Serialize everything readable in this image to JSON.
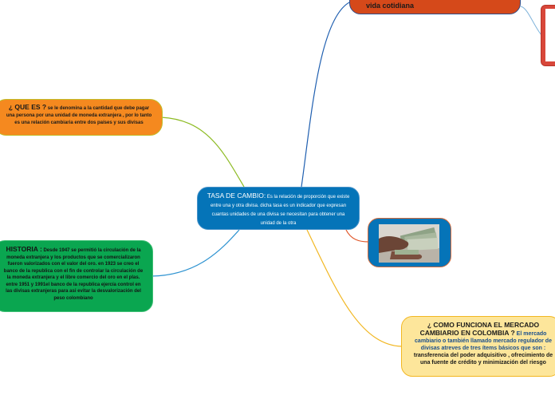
{
  "central": {
    "title": "TASA DE CAMBIO:",
    "body": "Es la relación de proporción que existe entre una y otra divisa. dicha tasa es un indicador que expresan cuantas unidades de una divisa se necesitan para obtener una unidad de la otra"
  },
  "que_es": {
    "title": "¿ QUE ES ?",
    "body": "se le denomina a la cantidad que debe pagar una persona por una unidad de moneda extranjera , por lo tanto es una relación cambiaria entre dos países y sus divisas"
  },
  "historia": {
    "title": "HISTORIA :",
    "body": "Desde 1947 se permitió la circulación de la moneda extranjera y los productos que se comercializaron fueron valorizados con el valor del oro. en 1923 se creo el banco de la republica con el fin de controlar la circulación de la moneda extranjera y el libre comercio del oro en el plas. entre 1951 y 1991el banco de la republica ejercía control en las divisas extranjeras para asi evitar la desvalorización del peso colombiano"
  },
  "mercado": {
    "title": "¿ COMO FUNCIONA EL MERCADO CAMBIARIO EN COLOMBIA ?",
    "body1": "El mercado cambiario o también llamado mercado regulador de divisas atreves de tres ítems básicos que son :",
    "body2": "transferencia del poder adquisitivo , ofrecimiento de una fuente de crédito y minimización del riesgo"
  },
  "vida": {
    "title": "vida cotidiana"
  },
  "colors": {
    "central": "#0574b8",
    "que_es": "#f5891f",
    "historia": "#0aa650",
    "mercado": "#fde69b",
    "vida": "#d5491a",
    "link_que_es": "#8dbb23",
    "link_historia": "#2e93d1",
    "link_mercado": "#f2b722",
    "link_vida": "#1f5fb0",
    "link_image": "#e0572a"
  }
}
